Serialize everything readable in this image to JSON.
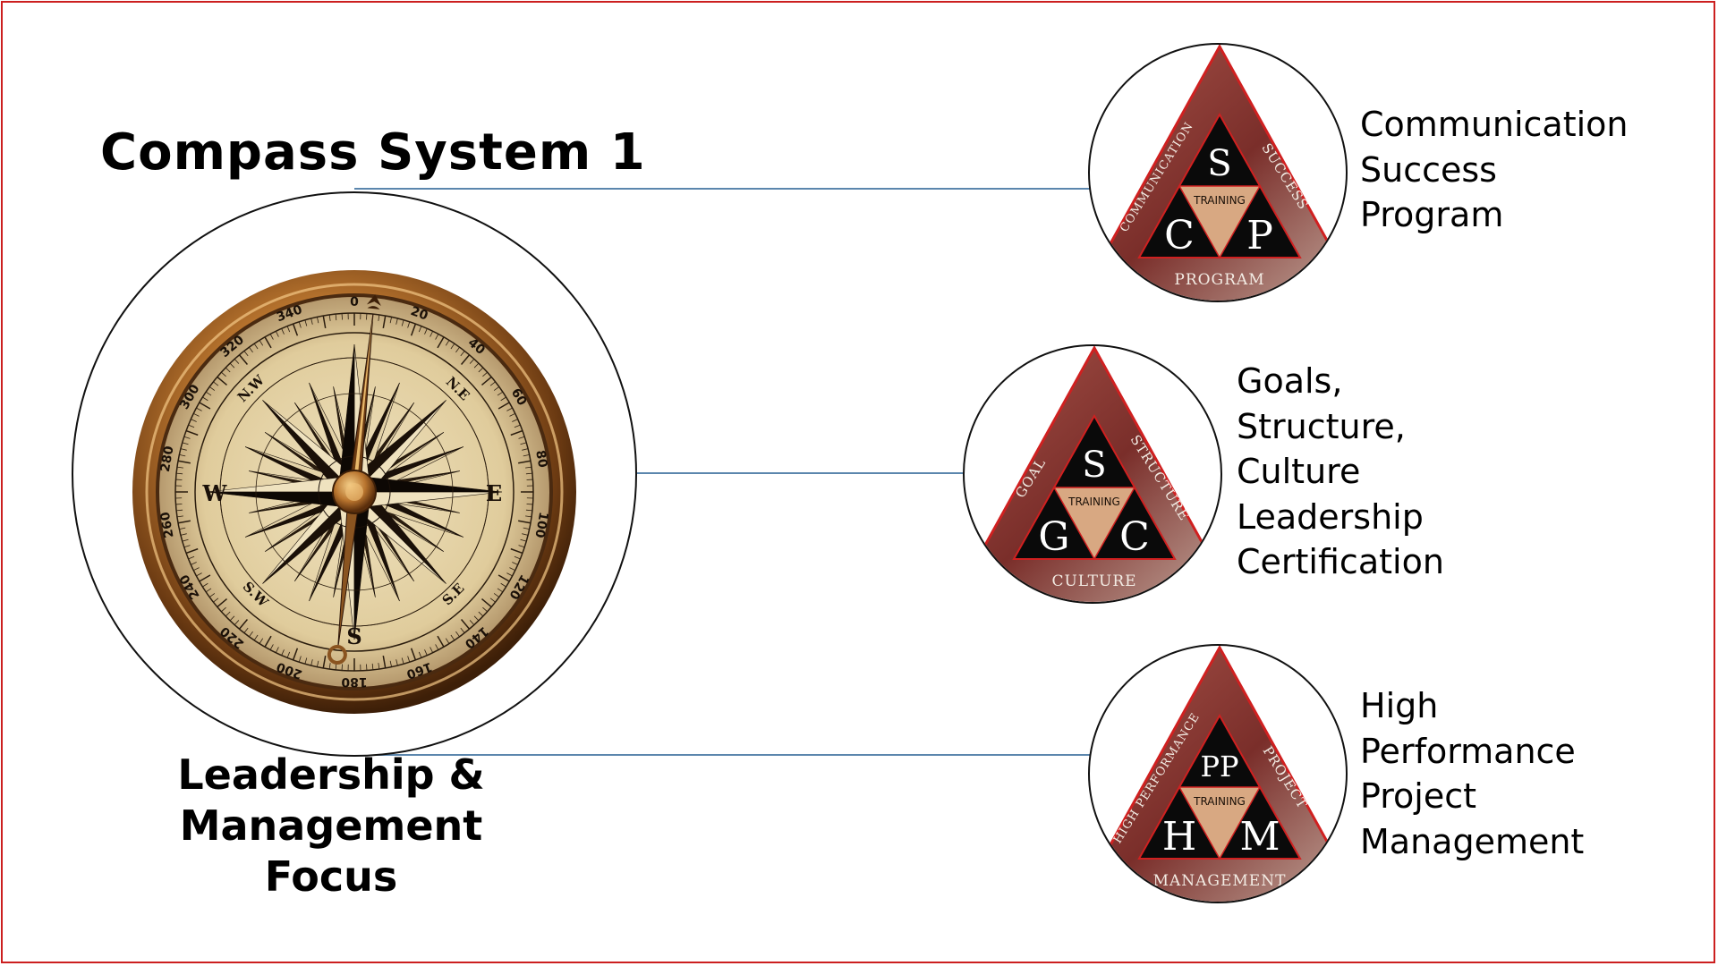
{
  "title": "Compass System 1",
  "focus_lines": [
    "Leadership &",
    "Management",
    "Focus"
  ],
  "compass": {
    "degree_labels": [
      "0",
      "20",
      "40",
      "60",
      "80",
      "100",
      "120",
      "140",
      "160",
      "180",
      "200",
      "220",
      "240",
      "260",
      "280",
      "300",
      "320",
      "340"
    ],
    "cardinals": {
      "n": "",
      "e": "E",
      "s": "S",
      "w": "W"
    },
    "intercardinals": {
      "ne": "N.E",
      "se": "S.E",
      "sw": "S.W",
      "nw": "N.W"
    }
  },
  "programs": [
    {
      "id": "csp",
      "top_letter": "S",
      "left_letter": "C",
      "right_letter": "P",
      "center": "TRAINING",
      "left_side": "COMMUNICATION",
      "right_side": "SUCCESS",
      "bottom_side": "PROGRAM",
      "lines": [
        "Communication",
        "Success",
        "Program"
      ]
    },
    {
      "id": "gsc",
      "top_letter": "S",
      "left_letter": "G",
      "right_letter": "C",
      "center": "TRAINING",
      "left_side": "GOAL",
      "right_side": "STRUCTURE",
      "bottom_side": "CULTURE",
      "lines": [
        "Goals,",
        "Structure,",
        "Culture",
        "Leadership",
        "Certification"
      ]
    },
    {
      "id": "hppm",
      "top_letter": "PP",
      "left_letter": "H",
      "right_letter": "M",
      "center": "TRAINING",
      "left_side": "HIGH PERFORMANCE",
      "right_side": "PROJECT",
      "bottom_side": "MANAGEMENT",
      "lines": [
        "High",
        "Performance",
        "Project",
        "Management"
      ]
    }
  ],
  "colors": {
    "frame": "#cc1f1f",
    "connector": "#5b86ad",
    "triangle_dark": "#7a2e2a",
    "triangle_light": "#c8a08a",
    "inner_black": "#0a0a0a",
    "center_tan": "#d8a882",
    "brass": "#b8742e",
    "dial_face": "#e3d2a8"
  }
}
